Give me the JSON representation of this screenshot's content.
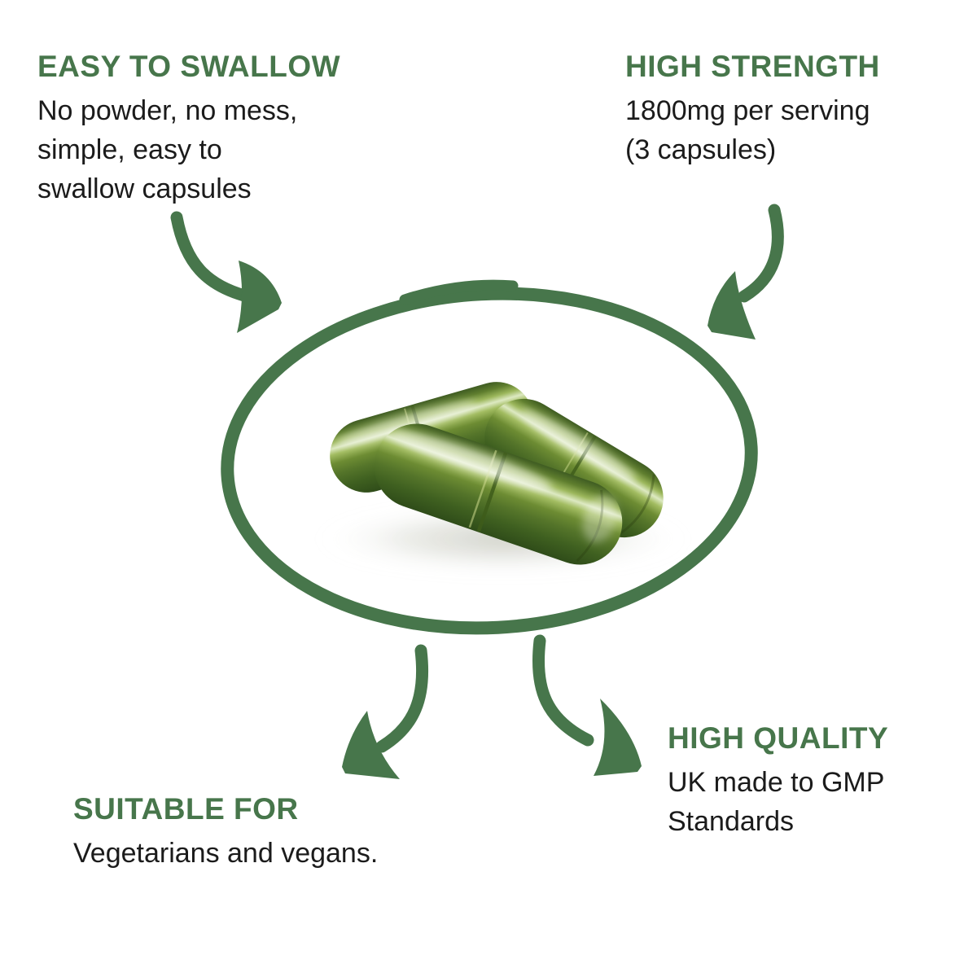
{
  "colors": {
    "green": "#47764b",
    "text": "#1b1b1b",
    "bg": "#ffffff",
    "capsule_green": "#5d7a2e"
  },
  "features": [
    {
      "id": "easy-to-swallow",
      "title": "EASY TO SWALLOW",
      "lines": [
        "No powder, no mess,",
        "simple, easy to",
        "swallow capsules"
      ]
    },
    {
      "id": "high-strength",
      "title": "HIGH STRENGTH",
      "lines": [
        "1800mg per serving",
        "(3 capsules)"
      ]
    },
    {
      "id": "suitable-for",
      "title": "SUITABLE FOR",
      "lines": [
        "Vegetarians and vegans."
      ]
    },
    {
      "id": "high-quality",
      "title": "HIGH QUALITY",
      "lines": [
        "UK made to GMP",
        "Standards"
      ]
    }
  ],
  "center": {
    "description": "Three green capsules on a white background inside a hand-drawn green circle",
    "capsule_count": 3
  }
}
